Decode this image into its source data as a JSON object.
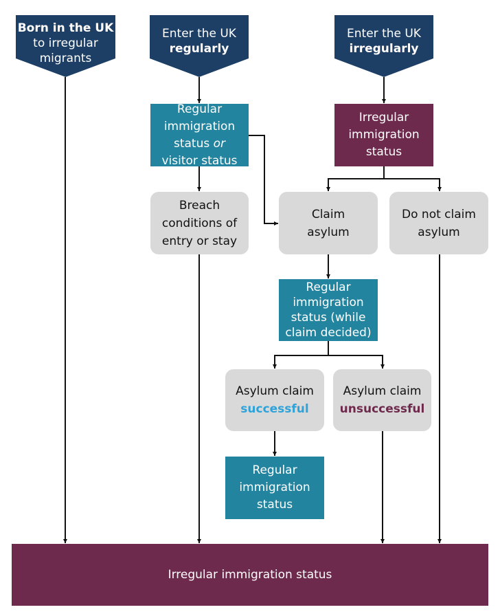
{
  "banners": {
    "born": {
      "line1": "Born in the UK",
      "line2": "to irregular",
      "line3": "migrants"
    },
    "regular": {
      "line1": "Enter the UK",
      "line2": "regularly"
    },
    "irregular": {
      "line1": "Enter the UK",
      "line2": "irregularly"
    }
  },
  "boxes": {
    "regular_or_visitor": {
      "line1": "Regular",
      "line2": "immigration",
      "line3a": "status ",
      "line3b": "or",
      "line4": "visitor status"
    },
    "irregular_status_top": {
      "line1": "Irregular",
      "line2": "immigration",
      "line3": "status"
    },
    "breach": {
      "line1": "Breach",
      "line2": "conditions of",
      "line3": "entry or stay"
    },
    "claim": {
      "line1": "Claim",
      "line2": "asylum"
    },
    "not_claim": {
      "line1": "Do not claim",
      "line2": "asylum"
    },
    "regular_while": {
      "line1": "Regular",
      "line2": "immigration",
      "line3": "status (while",
      "line4": "claim decided)"
    },
    "successful": {
      "line1": "Asylum claim",
      "line2": "successful"
    },
    "unsuccessful": {
      "line1": "Asylum claim",
      "line2": "unsuccessful"
    },
    "regular_final": {
      "line1": "Regular",
      "line2": "immigration",
      "line3": "status"
    },
    "bottom": {
      "label": "Irregular immigration status"
    }
  },
  "colors": {
    "navy": "#1d3f66",
    "teal": "#23849f",
    "plum": "#6e2a4c",
    "grey": "#d9d9d9",
    "success_text": "#2fa3d9"
  }
}
